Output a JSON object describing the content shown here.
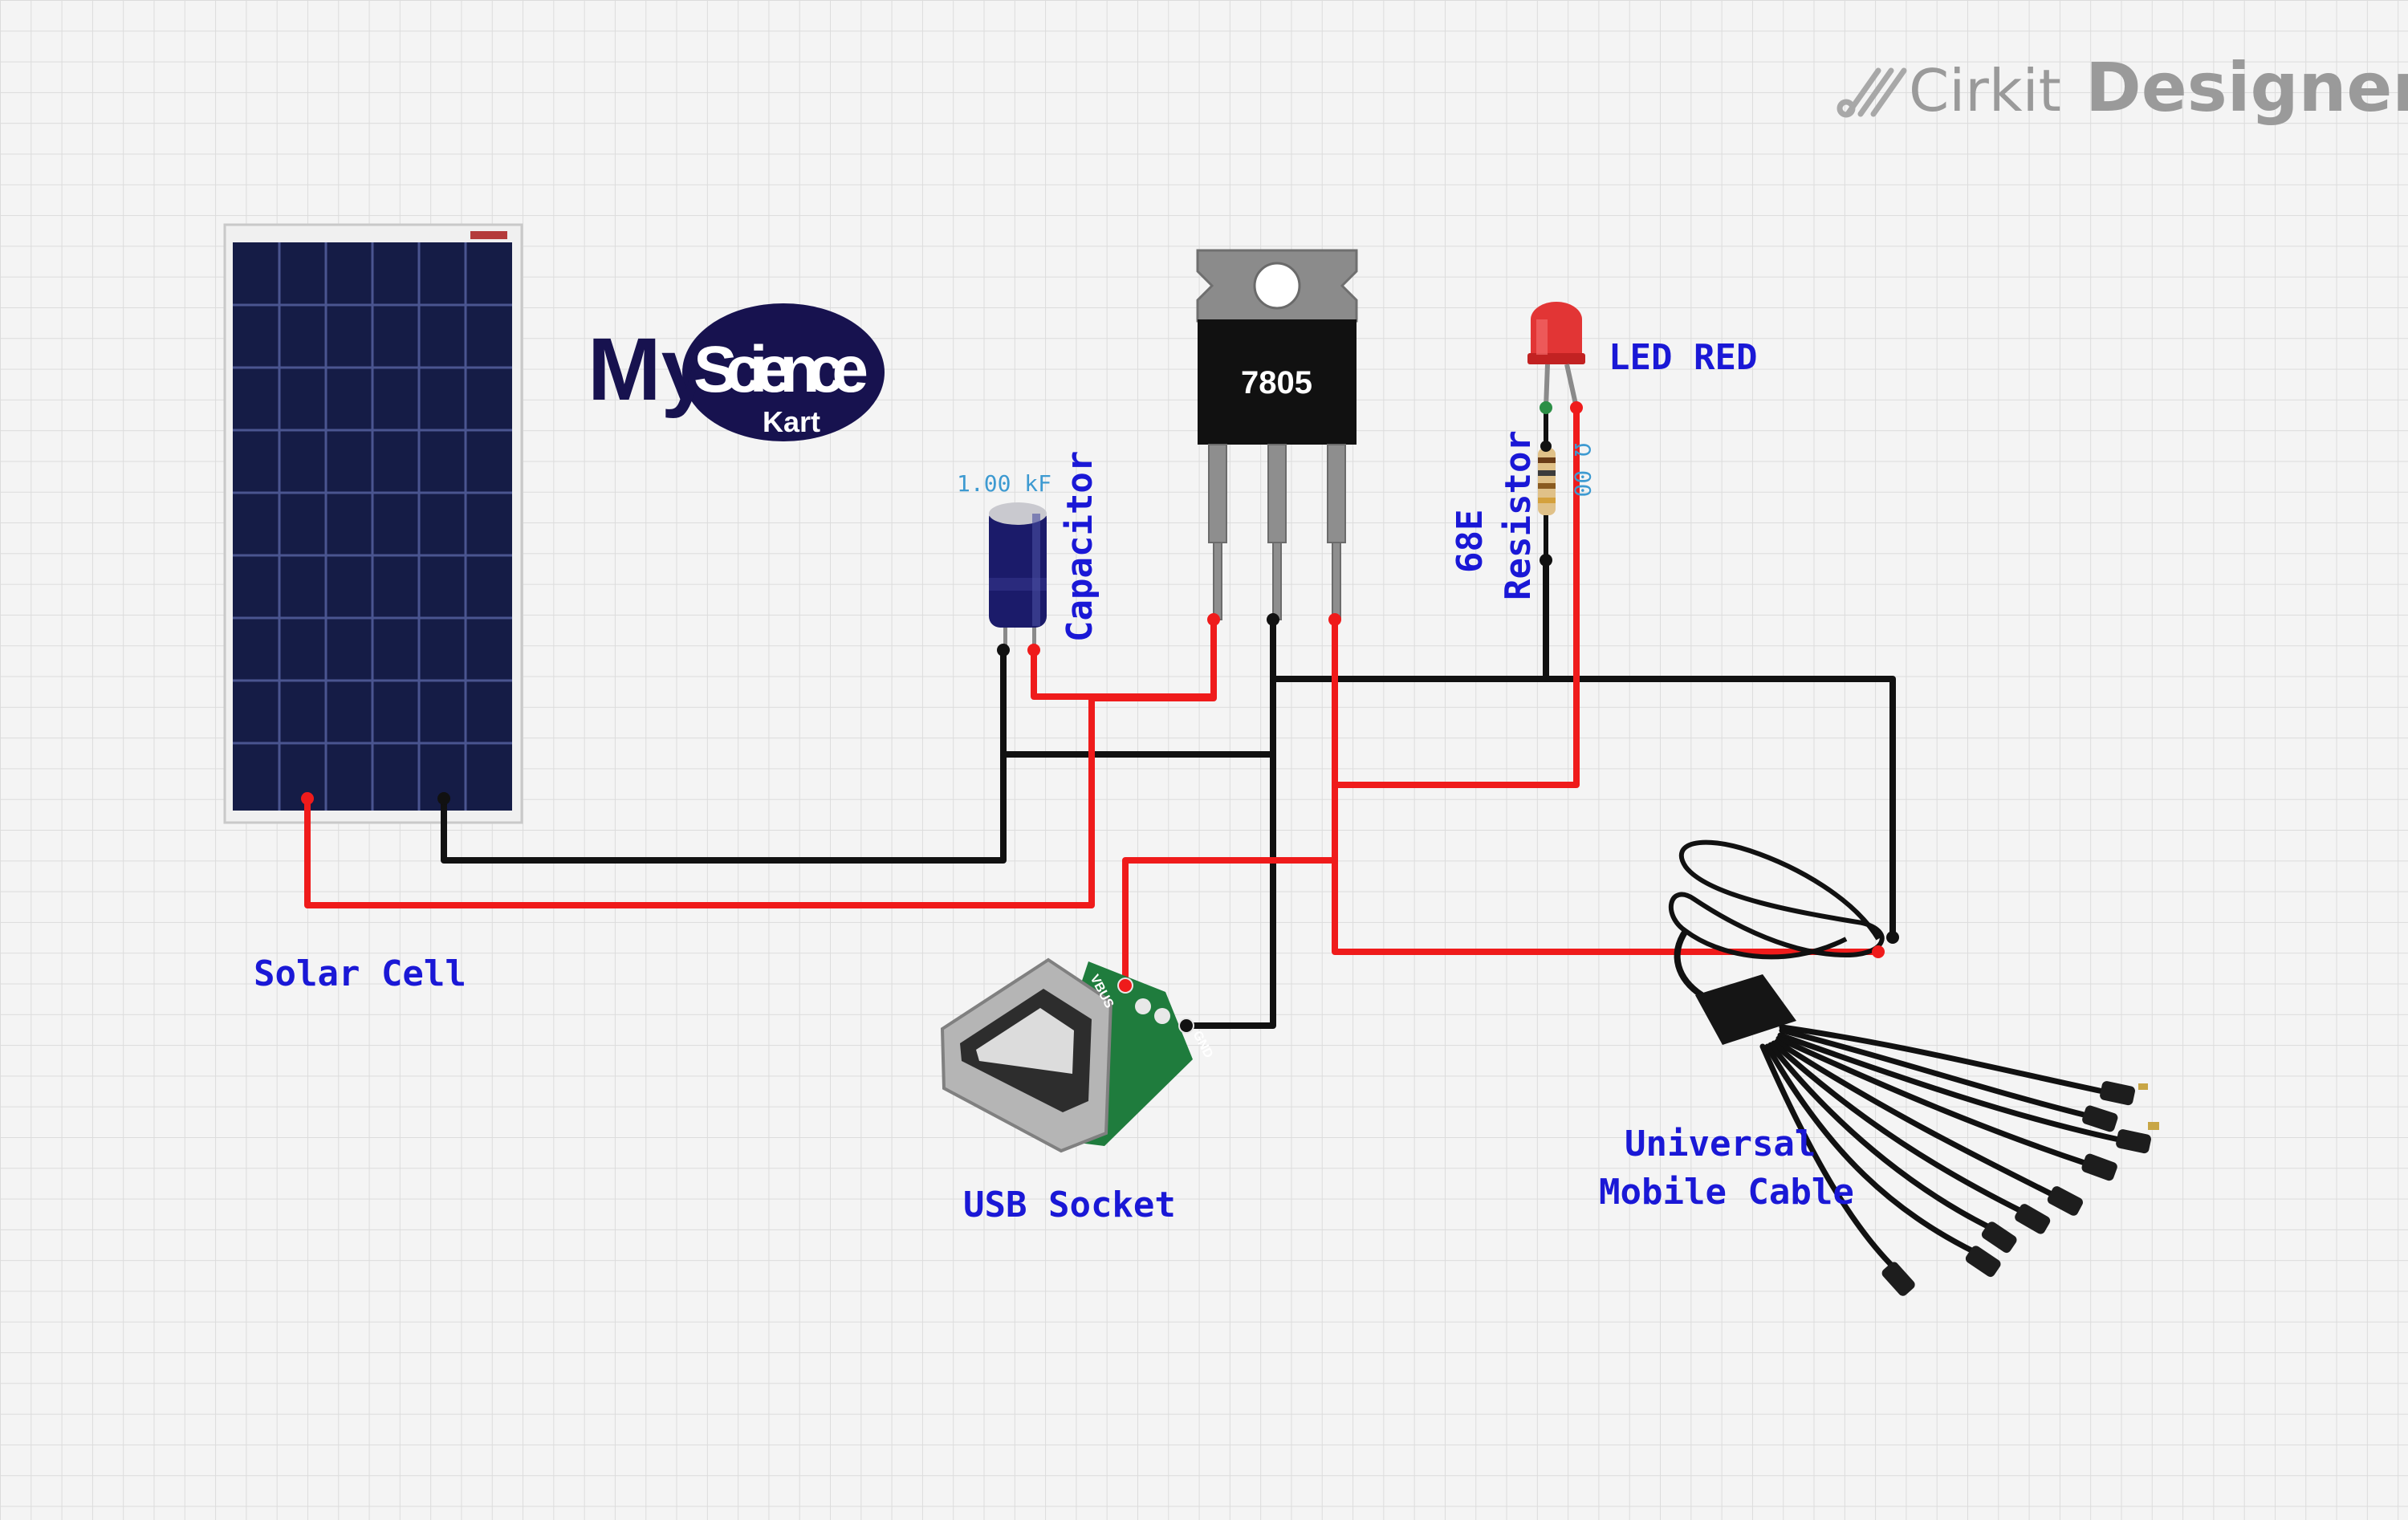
{
  "brand": {
    "prefix": "Cirkit",
    "name": "Designer"
  },
  "logo": {
    "big": "Science",
    "small": "Kart",
    "prefix": "My"
  },
  "regulator": {
    "label": "7805"
  },
  "labels": {
    "solar": "Solar Cell",
    "capacitor": "Capacitor",
    "capacitor_value": "1.00 kF",
    "led": "LED RED",
    "resistor": "Resistor",
    "resistor_value": "68E",
    "resistor_ohms": "Ω 00",
    "usb": "USB Socket",
    "cable_line1": "Universal",
    "cable_line2": "Mobile Cable"
  },
  "usb_pins": {
    "vbus": "VBUS",
    "gnd": "GND"
  },
  "colors": {
    "wire_positive": "#ef1b1b",
    "wire_ground": "#111111",
    "label": "#1a18d6",
    "value": "#3d9ad1"
  }
}
